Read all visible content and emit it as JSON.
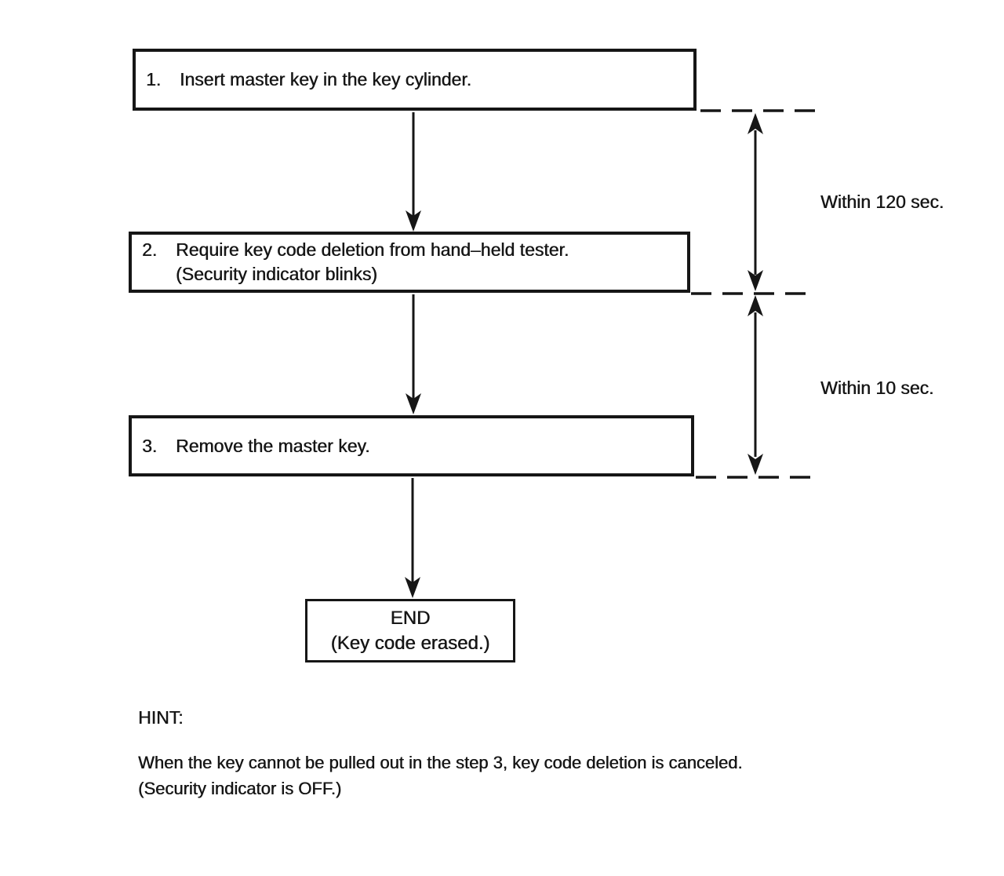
{
  "colors": {
    "ink": "#161616",
    "paper": "#ffffff"
  },
  "flowchart": {
    "steps": [
      {
        "num": "1.",
        "text": "Insert master key in the key cylinder.",
        "note": ""
      },
      {
        "num": "2.",
        "text": "Require key code deletion from hand–held tester.",
        "note": "(Security indicator blinks)"
      },
      {
        "num": "3.",
        "text": "Remove the master key.",
        "note": ""
      }
    ],
    "end_box": {
      "title": "END",
      "subtitle": "(Key code erased.)"
    },
    "timings": [
      {
        "text": "Within 120 sec."
      },
      {
        "text": "Within 10 sec."
      }
    ]
  },
  "hint": {
    "heading": "HINT:",
    "line1": "When the key cannot be pulled out in the step 3, key code deletion is canceled.",
    "line2": "(Security indicator is OFF.)"
  }
}
